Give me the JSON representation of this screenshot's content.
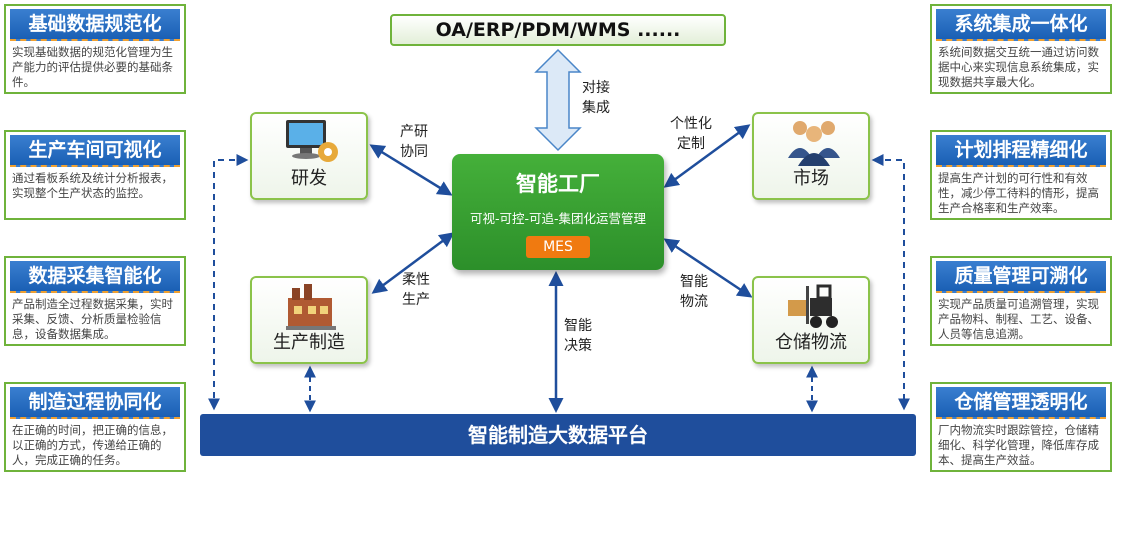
{
  "top_system": "OA/ERP/PDM/WMS  ......",
  "center": {
    "title": "智能工厂",
    "subtitle": "可视-可控-可追-集团化运营管理",
    "badge": "MES"
  },
  "platform": "智能制造大数据平台",
  "modules": {
    "rd": "研发",
    "market": "市场",
    "production": "生产制造",
    "warehouse": "仓储物流"
  },
  "links": {
    "top_l1": "对接",
    "top_l2": "集成",
    "rd_l1": "产研",
    "rd_l2": "协同",
    "market_l1": "个性化",
    "market_l2": "定制",
    "prod_l1": "柔性",
    "prod_l2": "生产",
    "wh_l1": "智能",
    "wh_l2": "物流",
    "bottom_l1": "智能",
    "bottom_l2": "决策"
  },
  "left_cards": [
    {
      "title": "基础数据规范化",
      "desc": "实现基础数据的规范化管理为生产能力的评估提供必要的基础条件。"
    },
    {
      "title": "生产车间可视化",
      "desc": "通过看板系统及统计分析报表，实现整个生产状态的监控。"
    },
    {
      "title": "数据采集智能化",
      "desc": "产品制造全过程数据采集，实时采集、反馈、分析质量检验信息，设备数据集成。"
    },
    {
      "title": "制造过程协同化",
      "desc": "在正确的时间，把正确的信息，以正确的方式，传递给正确的人，完成正确的任务。"
    }
  ],
  "right_cards": [
    {
      "title": "系统集成一体化",
      "desc": "系统间数据交互统一通过访问数据中心来实现信息系统集成，实现数据共享最大化。"
    },
    {
      "title": "计划排程精细化",
      "desc": "提高生产计划的可行性和有效性，减少停工待料的情形，提高生产合格率和生产效率。"
    },
    {
      "title": "质量管理可溯化",
      "desc": "实现产品质量可追溯管理，实现产品物料、制程、工艺、设备、人员等信息追溯。"
    },
    {
      "title": "仓储管理透明化",
      "desc": "厂内物流实时跟踪管控，仓储精细化、科学化管理，降低库存成本、提高生产效益。"
    }
  ],
  "colors": {
    "card_border": "#6fb33b",
    "card_title": "#1a5fb4",
    "center_green": "#2c8f2a",
    "badge_orange": "#f07a10",
    "platform_blue": "#1f4e9c",
    "arrow_blue": "#1f4e9c"
  }
}
